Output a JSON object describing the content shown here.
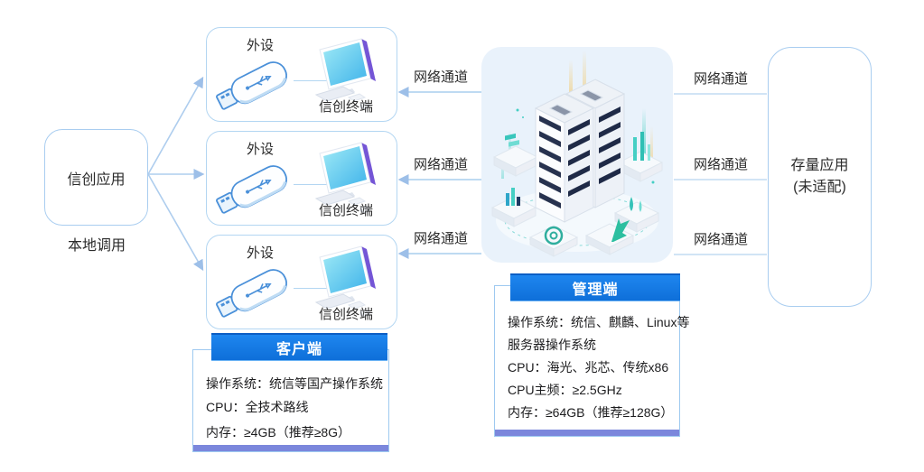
{
  "diagram": {
    "app_box": {
      "label": "信创应用"
    },
    "local_call_label": "本地调用",
    "terminal_box": {
      "peripheral_label": "外设",
      "terminal_label": "信创终端"
    },
    "network_channel_label": "网络通道",
    "legacy_box": {
      "line1": "存量应用",
      "line2": "(未适配)"
    },
    "client_panel": {
      "title": "客户端",
      "os_line": "操作系统：统信等国产操作系统",
      "cpu_label": "CPU：",
      "cpu_value": "全技术路线",
      "memory_line": "内存：≥4GB（推荐≥8G）"
    },
    "management_panel": {
      "title": "管理端",
      "os_line1": "操作系统：统信、麒麟、Linux等",
      "os_line2": "服务器操作系统",
      "cpu_line": "CPU：海光、兆芯、传统x86",
      "cpu_freq_line": "CPU主频：≥2.5GHz",
      "memory_line": "内存：≥64GB（推荐≥128G）"
    },
    "icons": {
      "usb": "usb-drive-icon",
      "monitor": "monitor-icon",
      "server": "server-cluster-illustration"
    },
    "colors": {
      "header_blue": "#1178e6",
      "panel_strip": "#7b87dc",
      "box_border": "#a9cdf0",
      "arrow": "#aecdee",
      "server_panel_bg": "#e9f2fb"
    }
  }
}
